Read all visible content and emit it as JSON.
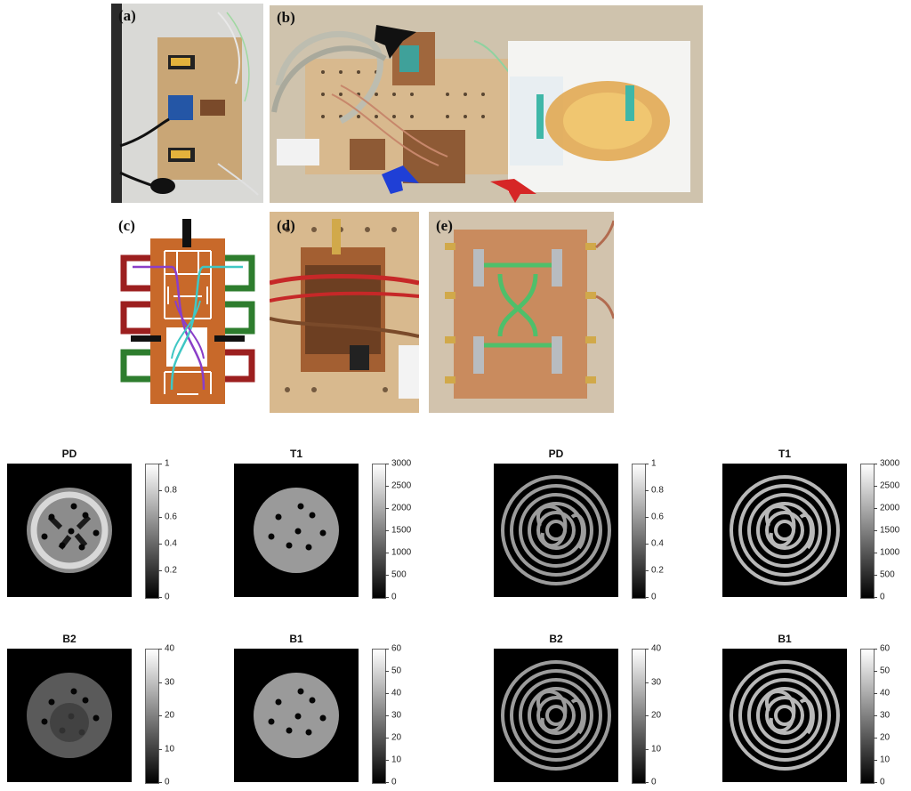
{
  "panel_labels": {
    "a": "(a)",
    "b": "(b)",
    "c": "(c)",
    "d": "(d)",
    "e": "(e)"
  },
  "maps": [
    {
      "title": "PD",
      "ticks": [
        "1",
        "0.8",
        "0.6",
        "0.4",
        "0.2",
        "0"
      ]
    },
    {
      "title": "T1",
      "ticks": [
        "3000",
        "2500",
        "2000",
        "1500",
        "1000",
        "500",
        "0"
      ]
    },
    {
      "title": "PD",
      "ticks": [
        "1",
        "0.8",
        "0.6",
        "0.4",
        "0.2",
        "0"
      ]
    },
    {
      "title": "T1",
      "ticks": [
        "3000",
        "2500",
        "2000",
        "1500",
        "1000",
        "500",
        "0"
      ]
    },
    {
      "title": "B2",
      "ticks": [
        "40",
        "30",
        "20",
        "10",
        "0"
      ]
    },
    {
      "title": "B1",
      "ticks": [
        "60",
        "50",
        "40",
        "30",
        "20",
        "10",
        "0"
      ]
    },
    {
      "title": "B2",
      "ticks": [
        "40",
        "30",
        "20",
        "10",
        "0"
      ]
    },
    {
      "title": "B1",
      "ticks": [
        "60",
        "50",
        "40",
        "30",
        "20",
        "10",
        "0"
      ]
    }
  ],
  "colors": {
    "copper": "#c8692a",
    "green_trace": "#2e7d2e",
    "red_trace": "#9c1f1f",
    "arrow_black": "#111111",
    "arrow_blue": "#1f3fd6",
    "arrow_red": "#d62626"
  }
}
